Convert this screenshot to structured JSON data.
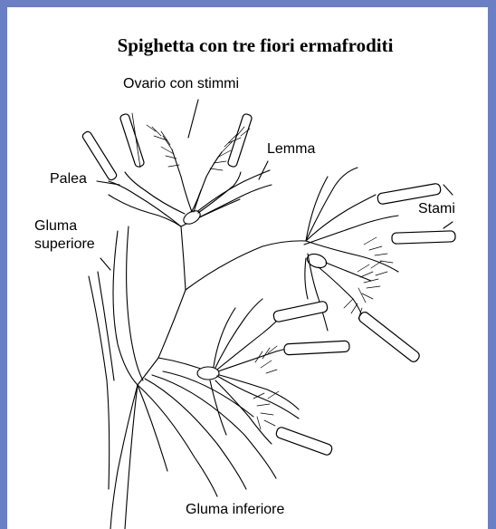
{
  "diagram": {
    "title": "Spighetta con tre fiori ermafroditi",
    "labels": {
      "ovario": "Ovario con stimmi",
      "lemma": "Lemma",
      "palea": "Palea",
      "stami": "Stami",
      "gluma_superiore_1": "Gluma",
      "gluma_superiore_2": "superiore",
      "gluma_inferiore": "Gluma inferiore"
    }
  },
  "colors": {
    "frame": "#6b7fc4",
    "ink": "#000000",
    "background": "#ffffff"
  }
}
